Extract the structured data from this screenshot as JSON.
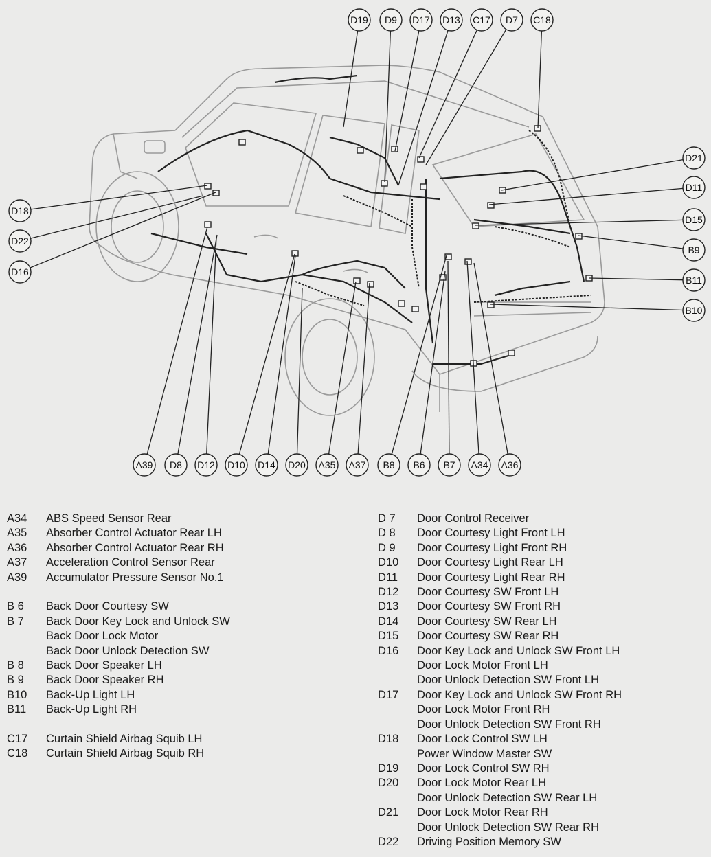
{
  "callouts_top": [
    "D19",
    "D9",
    "D17",
    "D13",
    "C17",
    "D7",
    "C18"
  ],
  "callouts_left": [
    "D18",
    "D22",
    "D16"
  ],
  "callouts_right": [
    "D21",
    "D11",
    "D15",
    "B9",
    "B11",
    "B10"
  ],
  "callouts_bottom": [
    "A39",
    "D8",
    "D12",
    "D10",
    "D14",
    "D20",
    "A35",
    "A37",
    "B8",
    "B6",
    "B7",
    "A34",
    "A36"
  ],
  "legend_left": [
    {
      "code": "A34",
      "name": "ABS Speed Sensor Rear"
    },
    {
      "code": "A35",
      "name": "Absorber Control Actuator Rear LH"
    },
    {
      "code": "A36",
      "name": "Absorber Control Actuator Rear RH"
    },
    {
      "code": "A37",
      "name": "Acceleration Control Sensor Rear"
    },
    {
      "code": "A39",
      "name": "Accumulator Pressure Sensor No.1"
    },
    {
      "code": "",
      "name": ""
    },
    {
      "code": "B 6",
      "name": "Back Door Courtesy SW"
    },
    {
      "code": "B 7",
      "name": "Back Door Key Lock and Unlock SW"
    },
    {
      "code": "",
      "name": "Back Door Lock Motor"
    },
    {
      "code": "",
      "name": "Back Door Unlock Detection SW"
    },
    {
      "code": "B 8",
      "name": "Back Door Speaker LH"
    },
    {
      "code": "B 9",
      "name": "Back Door Speaker RH"
    },
    {
      "code": "B10",
      "name": "Back-Up Light LH"
    },
    {
      "code": "B11",
      "name": "Back-Up Light RH"
    },
    {
      "code": "",
      "name": ""
    },
    {
      "code": "C17",
      "name": "Curtain Shield Airbag Squib LH"
    },
    {
      "code": "C18",
      "name": "Curtain Shield Airbag Squib RH"
    }
  ],
  "legend_right": [
    {
      "code": "D 7",
      "name": "Door Control Receiver"
    },
    {
      "code": "D 8",
      "name": "Door Courtesy Light Front LH"
    },
    {
      "code": "D 9",
      "name": "Door Courtesy Light Front RH"
    },
    {
      "code": "D10",
      "name": "Door Courtesy Light Rear LH"
    },
    {
      "code": "D11",
      "name": "Door Courtesy Light Rear RH"
    },
    {
      "code": "D12",
      "name": "Door Courtesy SW Front LH"
    },
    {
      "code": "D13",
      "name": "Door Courtesy SW Front RH"
    },
    {
      "code": "D14",
      "name": "Door Courtesy SW Rear LH"
    },
    {
      "code": "D15",
      "name": "Door Courtesy SW Rear RH"
    },
    {
      "code": "D16",
      "name": "Door Key Lock and Unlock SW Front LH"
    },
    {
      "code": "",
      "name": "Door Lock Motor Front LH"
    },
    {
      "code": "",
      "name": "Door Unlock Detection SW Front LH"
    },
    {
      "code": "D17",
      "name": "Door Key Lock and Unlock SW Front RH"
    },
    {
      "code": "",
      "name": "Door Lock Motor Front RH"
    },
    {
      "code": "",
      "name": "Door Unlock Detection SW Front RH"
    },
    {
      "code": "D18",
      "name": "Door Lock Control SW LH"
    },
    {
      "code": "",
      "name": "Power Window Master SW"
    },
    {
      "code": "D19",
      "name": "Door Lock Control SW RH"
    },
    {
      "code": "D20",
      "name": "Door Lock Motor Rear LH"
    },
    {
      "code": "",
      "name": "Door Unlock Detection SW Rear LH"
    },
    {
      "code": "D21",
      "name": "Door Lock Motor Rear RH"
    },
    {
      "code": "",
      "name": "Door Unlock Detection SW Rear RH"
    },
    {
      "code": "D22",
      "name": "Driving Position Memory SW"
    }
  ]
}
